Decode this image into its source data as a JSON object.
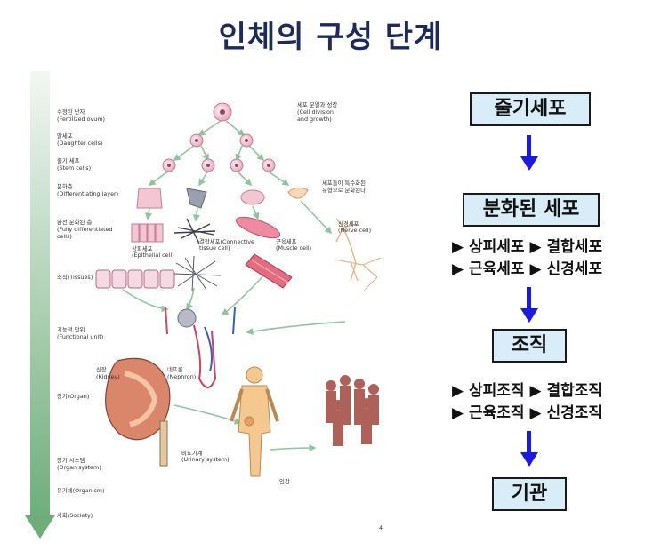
{
  "title": "인체의 구성 단계",
  "illustration": {
    "levels": [
      {
        "ko": "수정된 난자",
        "en": "(Fertilized ovum)"
      },
      {
        "ko": "딸세포",
        "en": "(Daughter cells)"
      },
      {
        "ko": "줄기 세포",
        "en": "(Stem cells)"
      },
      {
        "ko": "분화층",
        "en": "(Differentiating layer)"
      },
      {
        "ko": "완전 분화된 층",
        "en": "(Fully differentiated",
        "en2": "cells)"
      },
      {
        "ko": "조직(Tissues)"
      },
      {
        "ko": "기능적 단위",
        "en": "(Functional unit)"
      },
      {
        "ko": "장기(Organ)"
      },
      {
        "ko": "장기 시스템",
        "en": "(Organ system)"
      },
      {
        "ko": "유기체(Organism)"
      },
      {
        "ko": "사회(Society)"
      }
    ],
    "notes": {
      "division": [
        "세포 분열과 성장",
        "(Cell division",
        "and growth)"
      ],
      "special": [
        "세포들이 특수화된",
        "유형으로 분화된다"
      ],
      "epithelial": [
        "상피세포",
        "(Epithelial cell)"
      ],
      "connective": [
        "결합세포(Connective",
        "tissue cell)"
      ],
      "muscle": [
        "근육세포",
        "(Muscle cell)"
      ],
      "nerve": [
        "신경세포",
        "(Nerve cell)"
      ],
      "kidney": [
        "신장",
        "(Kidney)"
      ],
      "nephron": [
        "네프론",
        "(Nephron)"
      ],
      "urinary": [
        "비뇨기계",
        "(Urinary system)"
      ],
      "human": "인간",
      "page_mark": "4"
    }
  },
  "flow": {
    "boxes": [
      "줄기세포",
      "분화된 세포",
      "조직",
      "기관"
    ],
    "cells_lines": [
      "▶ 상피세포 ▶ 결합세포",
      "▶ 근육세포 ▶ 신경세포"
    ],
    "tissue_lines": [
      "▶ 상피조직 ▶ 결합조직",
      "▶ 근육조직 ▶ 신경조직"
    ],
    "arrow_color": "#1a1ae6"
  }
}
